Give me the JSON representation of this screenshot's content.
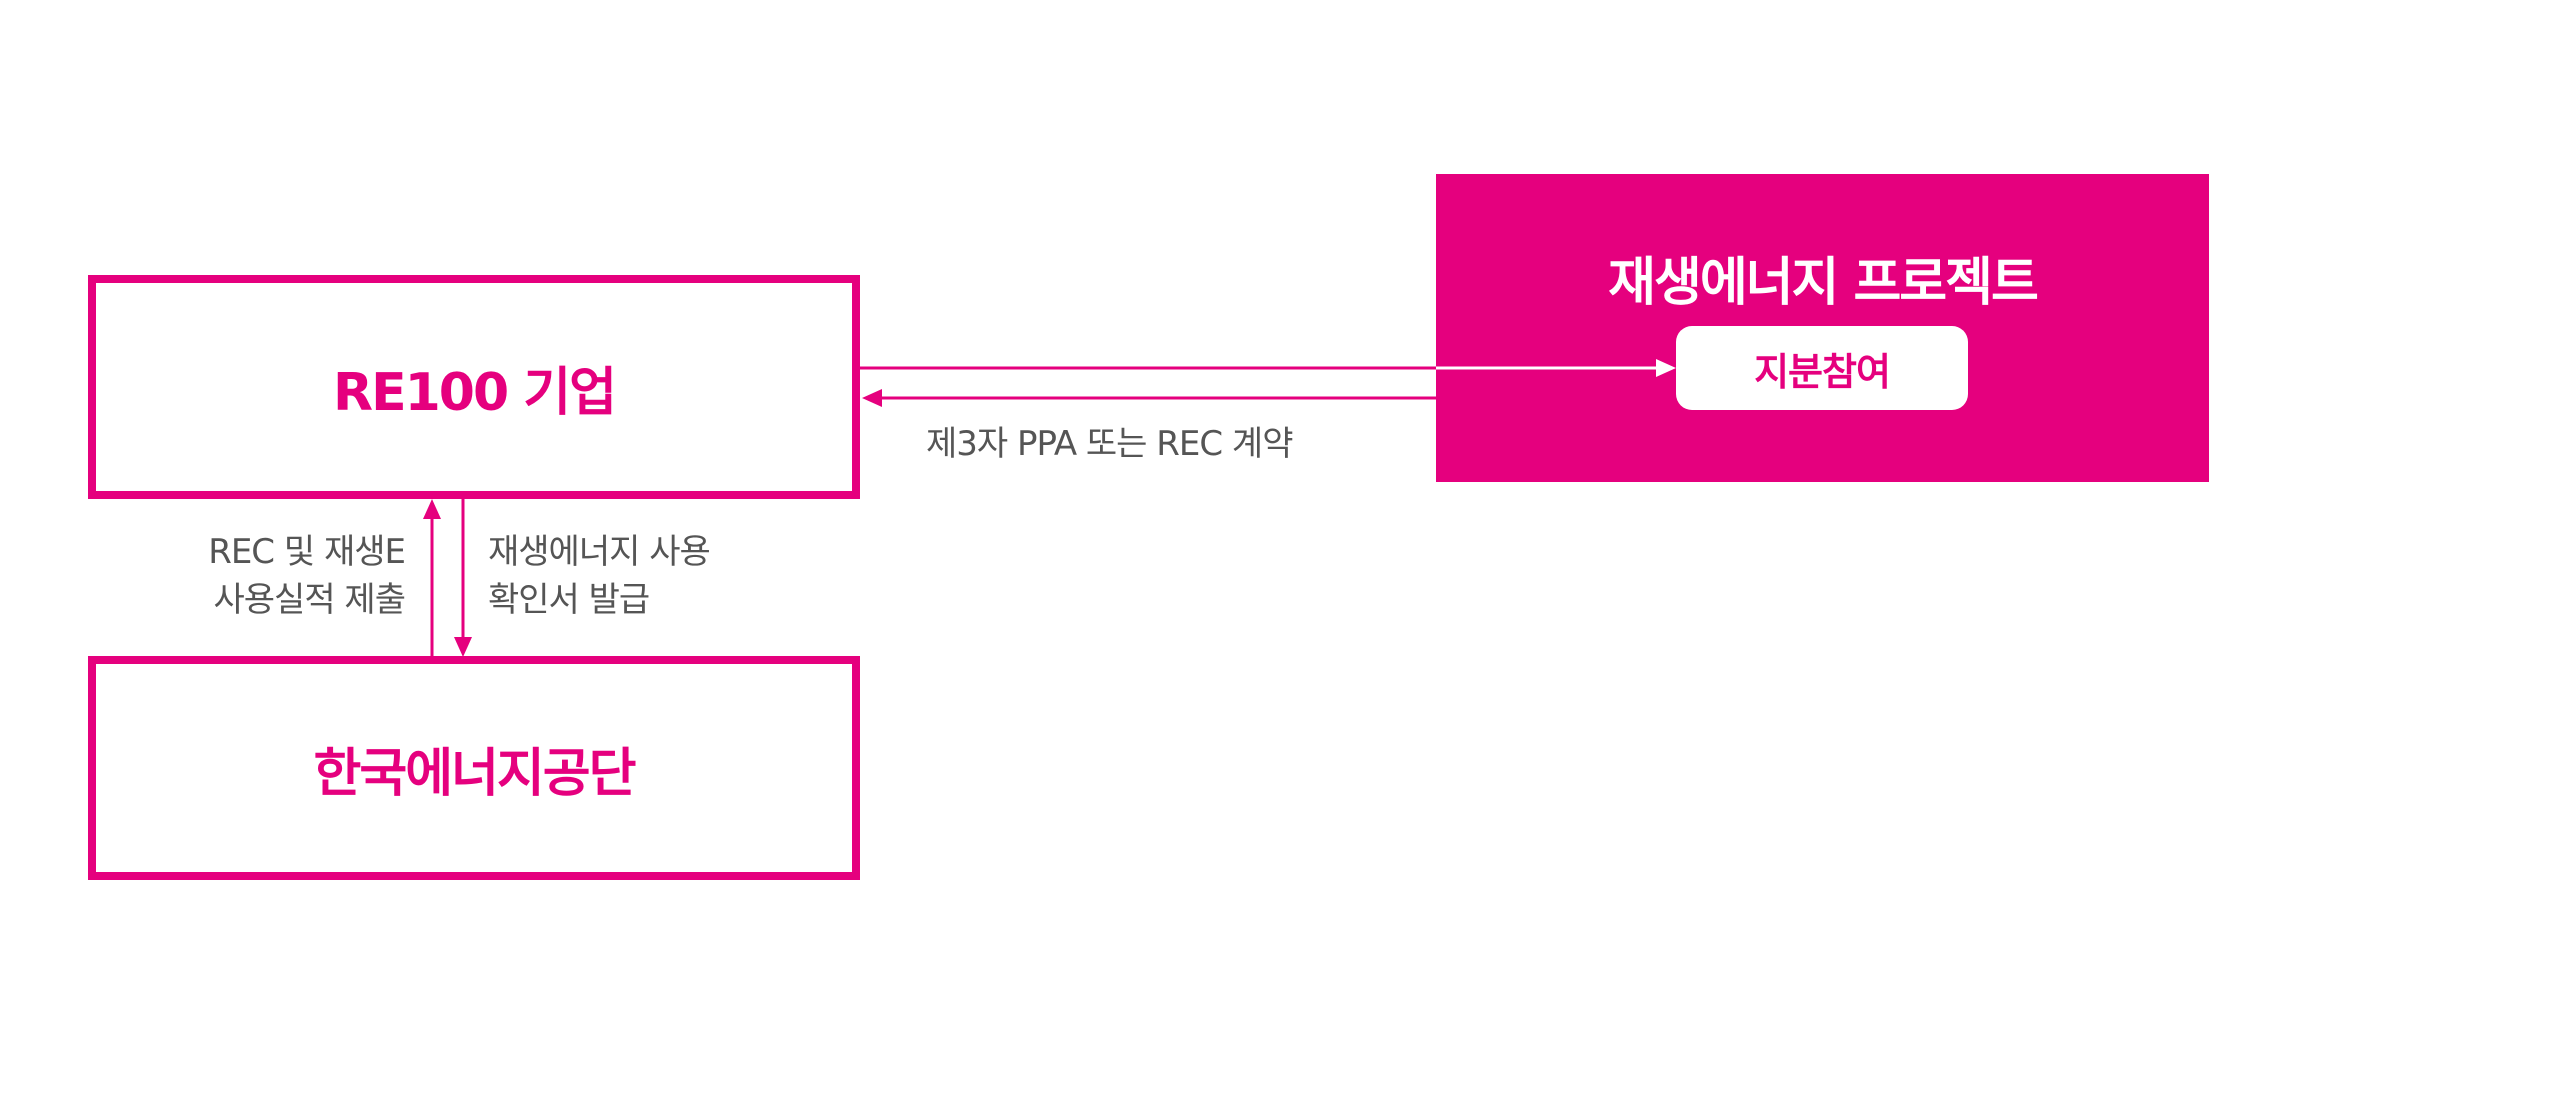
{
  "nodes": {
    "re100": {
      "label": "RE100 기업"
    },
    "kea": {
      "label": "한국에너지공단"
    },
    "project": {
      "label": "재생에너지 프로젝트",
      "badge": "지분참여"
    }
  },
  "edges": {
    "ppa_contract": {
      "label": "제3자 PPA 또는 REC 계약"
    },
    "rec_submit": {
      "line1": "REC 및 재생E",
      "line2": "사용실적 제출"
    },
    "cert_issue": {
      "line1": "재생에너지 사용",
      "line2": "확인서 발급"
    }
  },
  "colors": {
    "accent": "#e5007e",
    "text": "#555555",
    "background": "#ffffff"
  }
}
